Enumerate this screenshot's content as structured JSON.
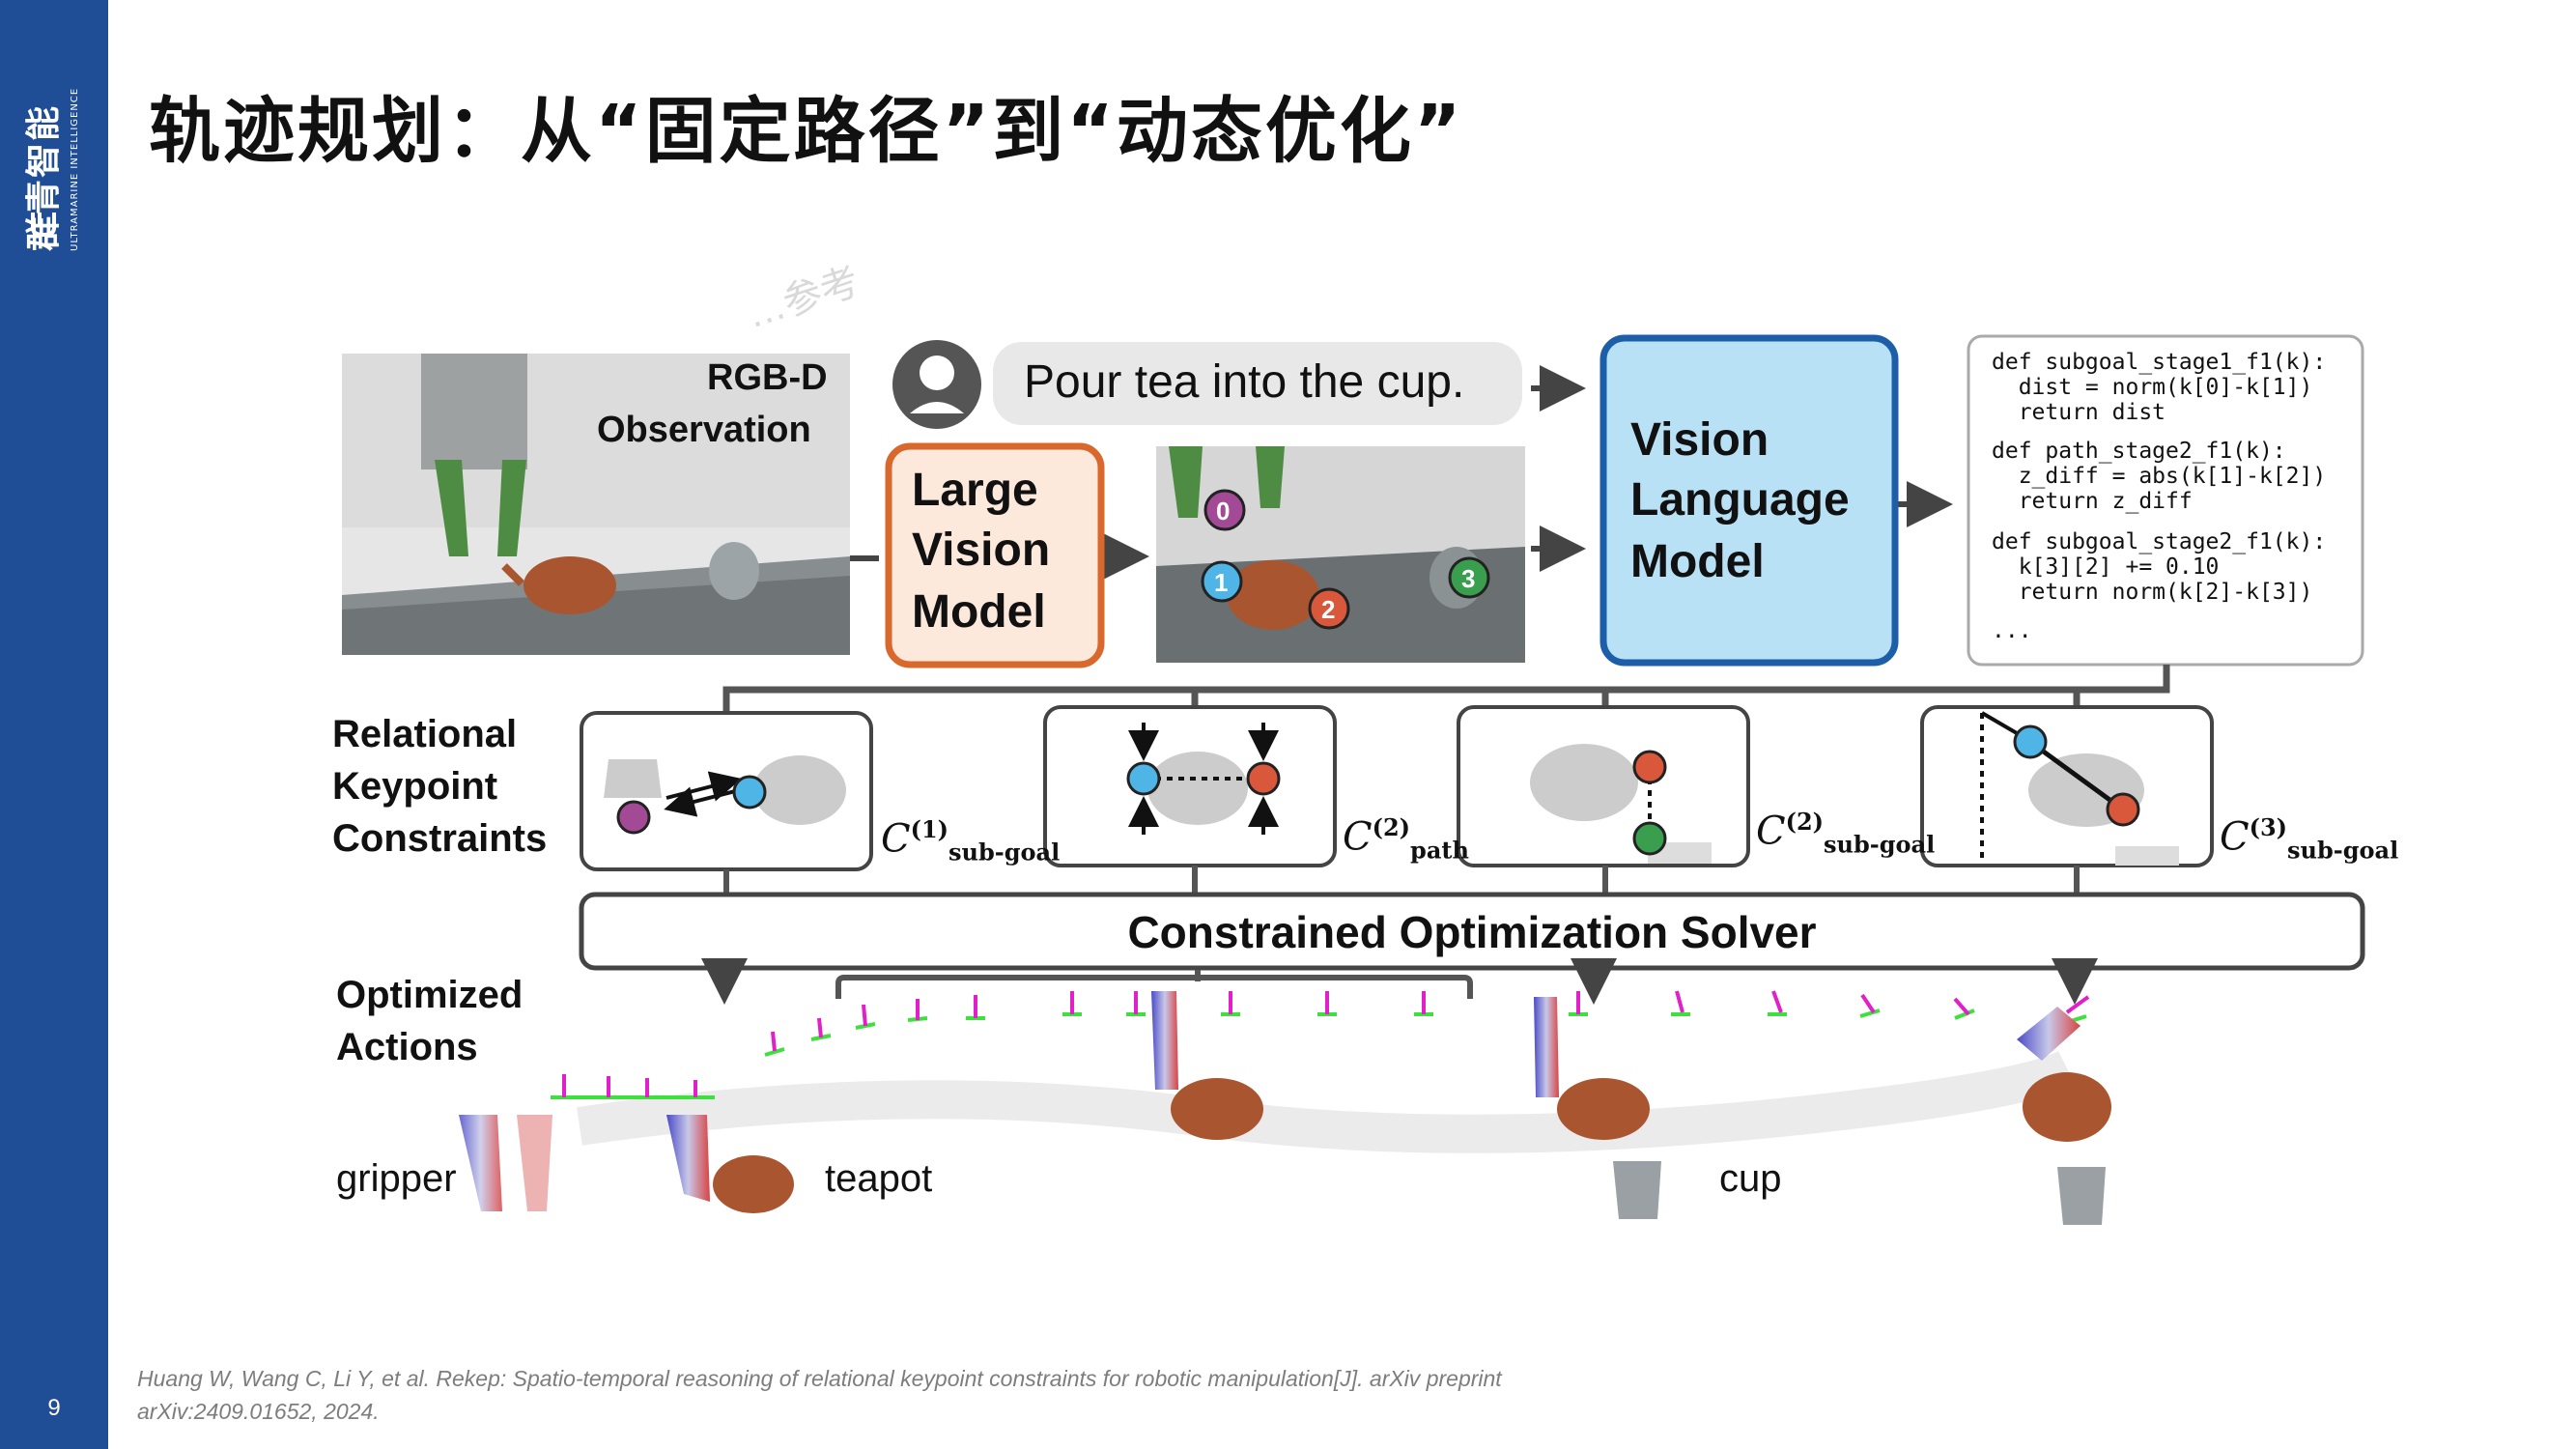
{
  "brand": {
    "name_cn": "群青智能",
    "name_en": "ULTRAMARINE INTELLIGENCE"
  },
  "slide": {
    "title": "轨迹规划：从“固定路径”到“动态优化”",
    "page_number": "9",
    "citation": "Huang W, Wang C, Li Y, et al. Rekep: Spatio-temporal reasoning of relational keypoint constraints for robotic manipulation[J]. arXiv preprint arXiv:2409.01652, 2024."
  },
  "figure": {
    "watermark": "…参考",
    "rgbd_label": [
      "RGB-D",
      "Observation"
    ],
    "instruction": "Pour tea into the cup.",
    "large_vision_model": [
      "Large",
      "Vision",
      "Model"
    ],
    "vision_language_model": [
      "Vision",
      "Language",
      "Model"
    ],
    "keypoints": [
      "0",
      "1",
      "2",
      "3"
    ],
    "code_lines": [
      "def subgoal_stage1_f1(k):",
      "  dist = norm(k[0]-k[1])",
      "  return dist",
      "def path_stage2_f1(k):",
      "  z_diff = abs(k[1]-k[2])",
      "  return z_diff",
      "def subgoal_stage2_f1(k):",
      "  k[3][2] += 0.10",
      "  return norm(k[2]-k[3])",
      "..."
    ],
    "relational_label": [
      "Relational",
      "Keypoint",
      "Constraints"
    ],
    "constraints": [
      {
        "symbol": "C",
        "sup": "(1)",
        "sub": "sub-goal"
      },
      {
        "symbol": "C",
        "sup": "(2)",
        "sub": "path"
      },
      {
        "symbol": "C",
        "sup": "(2)",
        "sub": "sub-goal"
      },
      {
        "symbol": "C",
        "sup": "(3)",
        "sub": "sub-goal"
      }
    ],
    "solver": "Constrained Optimization Solver",
    "optimized_label": [
      "Optimized",
      "Actions"
    ],
    "object_labels": {
      "gripper": "gripper",
      "teapot": "teapot",
      "cup": "cup"
    }
  },
  "colors": {
    "sidebar": "#1f4e96",
    "lvm_fill": "#fde8dc",
    "lvm_border": "#d8682c",
    "vlm_fill": "#b9e1f6",
    "vlm_border": "#1d5ea8",
    "keypoint_0": "#a34a97",
    "keypoint_1": "#4fb4e6",
    "keypoint_2": "#d9573b",
    "keypoint_3": "#3a9e4f",
    "teapot": "#a9552f"
  }
}
